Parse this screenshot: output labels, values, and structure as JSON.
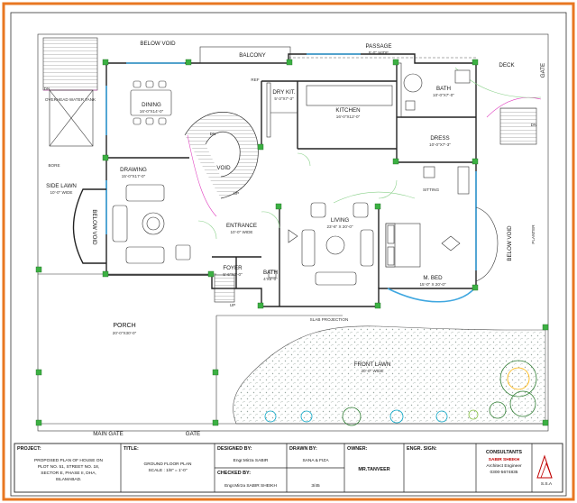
{
  "drawing": {
    "rooms": [
      {
        "name": "BELOW VOID",
        "size": ""
      },
      {
        "name": "BALCONY",
        "size": ""
      },
      {
        "name": "PASSAGE",
        "size": "5'-0\" WIDE"
      },
      {
        "name": "DECK",
        "size": ""
      },
      {
        "name": "DINING",
        "size": "16'-0\"X14'-0\""
      },
      {
        "name": "DRY KIT.",
        "size": "5'-3\"X7'-3\""
      },
      {
        "name": "KITCHEN",
        "size": "16'-0\"X12'-0\""
      },
      {
        "name": "BATH",
        "size": "10'-0\"X7'-0\""
      },
      {
        "name": "DRESS",
        "size": "10'-0\"X7'-3\""
      },
      {
        "name": "DRAWING",
        "size": "15'-0\"X17'-0\""
      },
      {
        "name": "SIDE LAWN",
        "size": "10'-0\" WIDE"
      },
      {
        "name": "ENTRANCE",
        "size": "10'-0\" WIDE"
      },
      {
        "name": "LIVING",
        "size": "23'-6\" X 20'-0\""
      },
      {
        "name": "M. BED",
        "size": "15'-0\" X 20'-0\""
      },
      {
        "name": "FOYER",
        "size": "5'-6\"X6'-0\""
      },
      {
        "name": "BATH",
        "size": "4'X5'-0\""
      },
      {
        "name": "PORCH",
        "size": "20'-0\"X30'-0\""
      },
      {
        "name": "FRONT LAWN",
        "size": "20'-0\" WIDE"
      }
    ],
    "void_label": "VOID",
    "below_void_side": "BELOW VOID",
    "overhead_tank": "OVERHEAD WATER TANK",
    "sitting": "SITTING",
    "ref_label": "REF",
    "dn_label": "DN",
    "up_label": "UP",
    "main_gate": "MAIN GATE",
    "gate": "GATE",
    "gate_right": "GATE",
    "planter": "PLANTER",
    "slab_projection": "SLAB PROJECTION",
    "bore": "BORE"
  },
  "title_block": {
    "project_label": "PROJECT:",
    "project_text": [
      "PROPOSED PLAN OF HOUSE ON",
      "PLOT NO. 51, STREET NO. 18,",
      "SECTOR E, PHASE II, DHA,",
      "ISLAMABAD."
    ],
    "title_label": "TITLE:",
    "title_text": [
      "GROUND FLOOR PLAN",
      "SCALE : 1/8\" = 1'-0\""
    ],
    "designed_label": "DESIGNED BY:",
    "designed_value": "Engr.Mirza SABIR",
    "checked_label": "CHECKED BY:",
    "checked_value": "Engr.Mirza SABIR SHEIKH",
    "drawn_label": "DRAWN BY:",
    "drawn_value": "SANA & FIZA",
    "sheet_value": "3/45",
    "owner_label": "OWNER:",
    "owner_value": "MR.TANVEER",
    "engr_label": "ENGR. SIGN:",
    "consultant": [
      "CONSULTANTS",
      "SABIR SHEIKH",
      "Architect Engineer",
      "0300-5674835"
    ],
    "logo_text": "S.S.A"
  },
  "colors": {
    "frame": "#e87722",
    "wall": "#222222",
    "column": "#3cb043",
    "window": "#3fa7e0",
    "stair_guide": "#e040c0",
    "door_guide": "#8bd18b",
    "lawn": "#b7c7bf"
  }
}
